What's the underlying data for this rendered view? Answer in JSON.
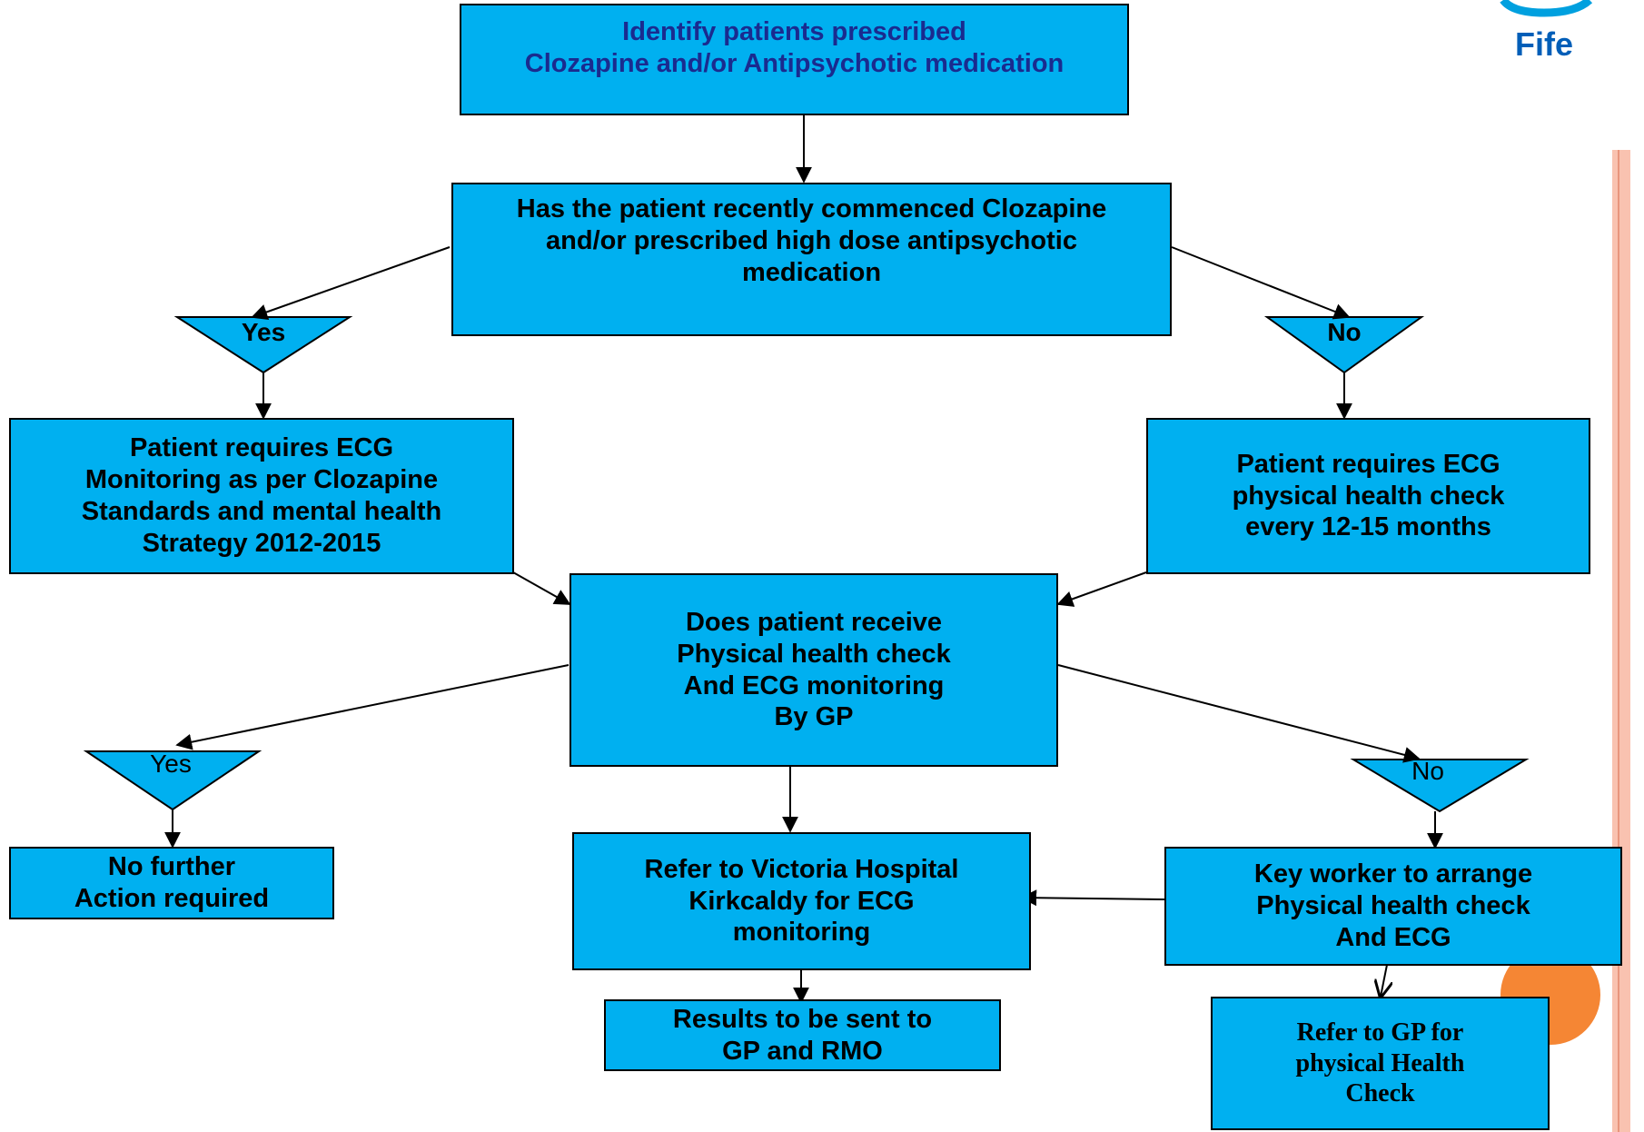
{
  "logo": {
    "text": "Fife",
    "color": "#005eb8"
  },
  "colors": {
    "box_fill": "#00b0f0",
    "title_text": "#1a2b8f",
    "circle": "#f58634",
    "side_stripe": "#f9c2b0"
  },
  "nodes": {
    "identify": "Identify patients prescribed\nClozapine and/or Antipsychotic medication",
    "recently_commenced": "Has the patient recently commenced Clozapine\nand/or prescribed high dose antipsychotic\nmedication",
    "yes_1": "Yes",
    "no_1": "No",
    "ecg_monitoring": "Patient requires ECG\nMonitoring as per Clozapine\nStandards and mental health\nStrategy 2012-2015",
    "ecg_physical_check": "Patient requires ECG\nphysical health check\nevery 12-15 months",
    "does_gp_check": "Does patient receive\nPhysical health check\nAnd ECG monitoring\nBy GP",
    "yes_2": "Yes",
    "no_2": "No",
    "no_further_action": "No further\nAction required",
    "refer_victoria": "Refer to Victoria Hospital\nKirkcaldy for ECG\nmonitoring",
    "key_worker": "Key worker to arrange\nPhysical health check\nAnd ECG",
    "results_sent": "Results to be sent to\nGP and RMO",
    "refer_gp": "Refer to GP for\nphysical Health\nCheck"
  }
}
